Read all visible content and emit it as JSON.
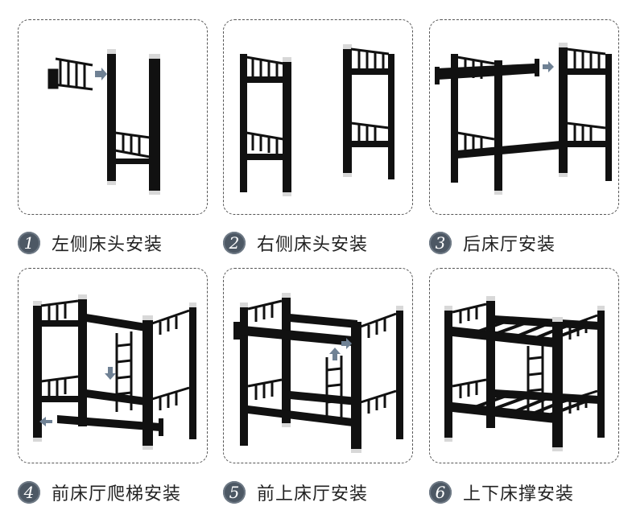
{
  "steps": [
    {
      "number": "1",
      "label": "左侧床头安装"
    },
    {
      "number": "2",
      "label": "右侧床头安装"
    },
    {
      "number": "3",
      "label": "后床厅安装"
    },
    {
      "number": "4",
      "label": "前床厅爬梯安装"
    },
    {
      "number": "5",
      "label": "前上床厅安装"
    },
    {
      "number": "6",
      "label": "上下床撑安装"
    }
  ],
  "colors": {
    "frame": "#111111",
    "cap": "#d8d8d8",
    "arrow": "#6f8194",
    "badge": "#4d5864"
  }
}
